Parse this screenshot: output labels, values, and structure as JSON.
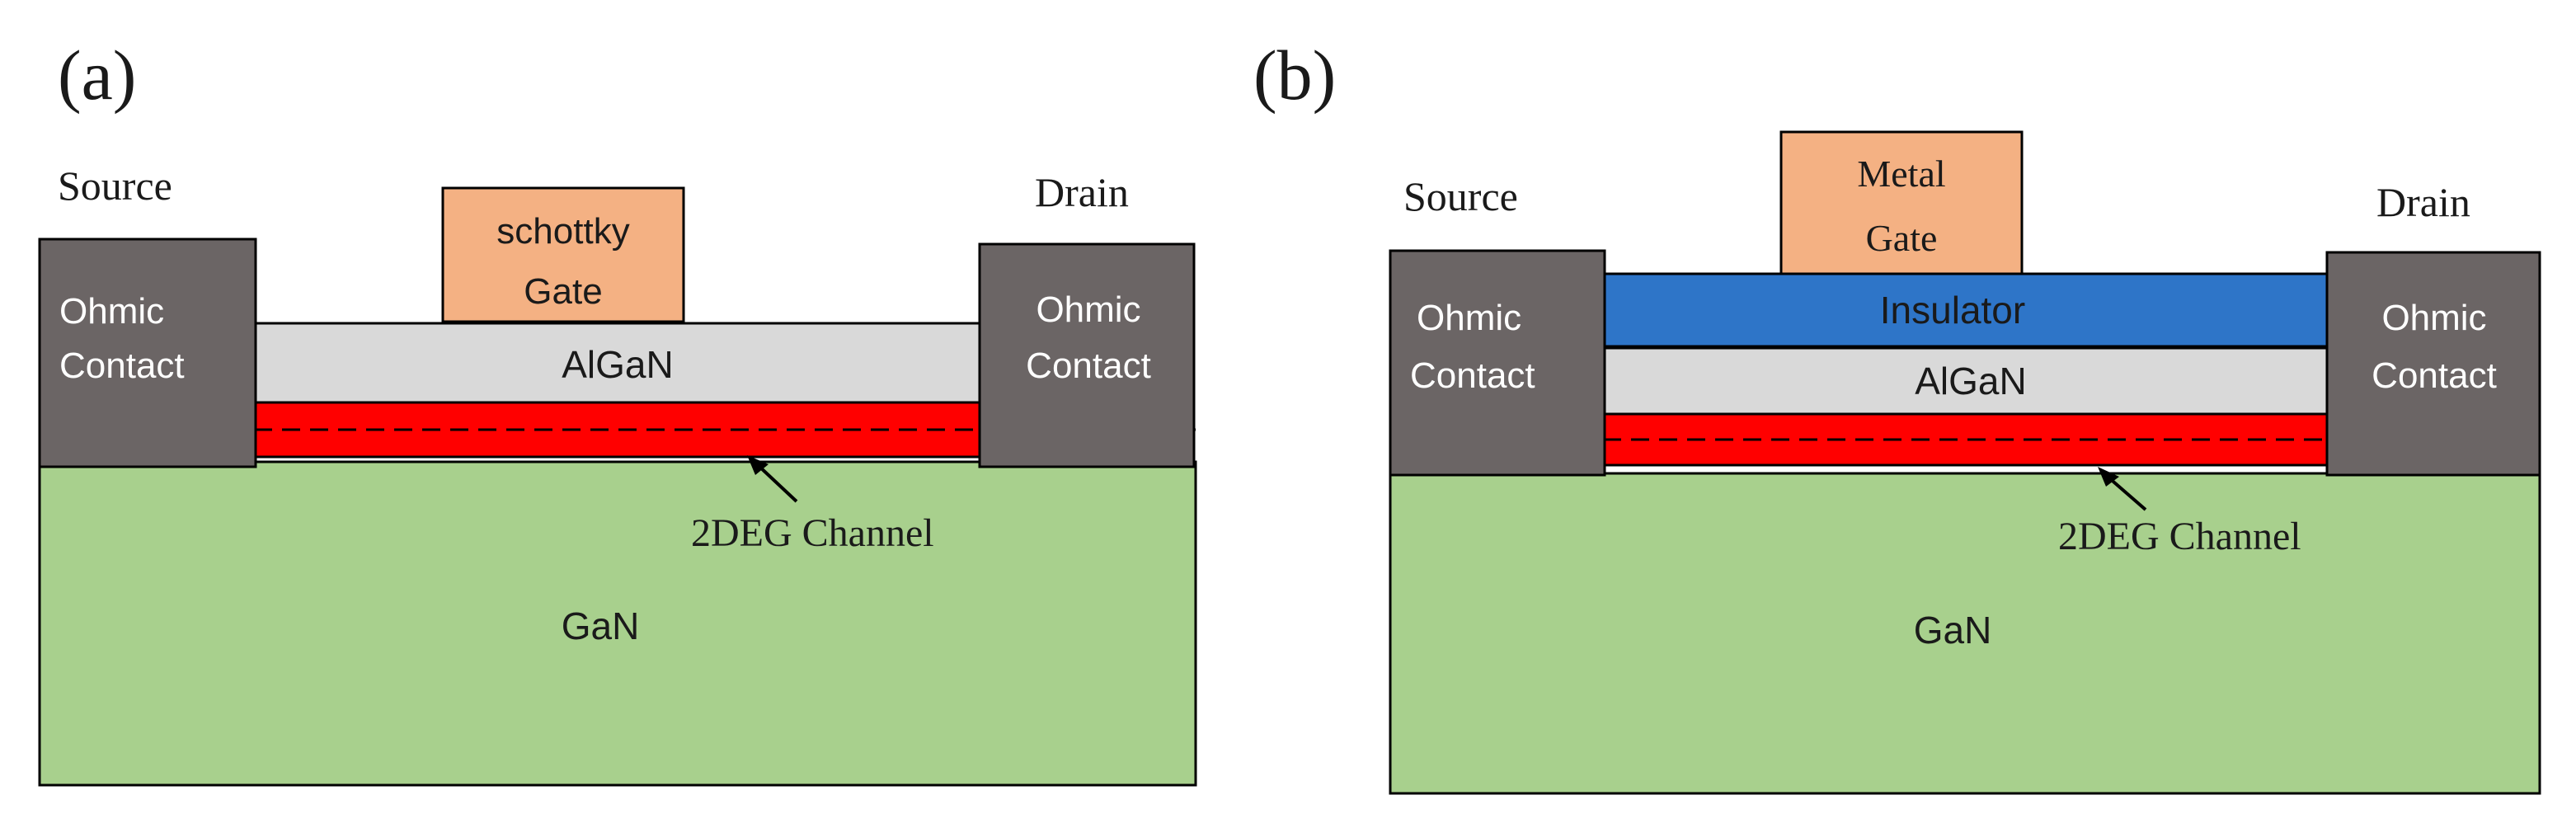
{
  "colors": {
    "gan": "#a8d08d",
    "algan": "#d9d9d9",
    "channel": "#ff0000",
    "contact": "#6b6565",
    "gate": "#f4b183",
    "insulator": "#2e75c8",
    "outline": "#000000",
    "text": "#1a1a1a"
  },
  "panel_a": {
    "label": "(a)",
    "source_label": "Source",
    "drain_label": "Drain",
    "left_contact_line1": "Ohmic",
    "left_contact_line2": "Contact",
    "right_contact_line1": "Ohmic",
    "right_contact_line2": "Contact",
    "gate_line1": "schottky",
    "gate_line2": "Gate",
    "algan_label": "AlGaN",
    "channel_label": "2DEG Channel",
    "substrate_label": "GaN"
  },
  "panel_b": {
    "label": "(b)",
    "source_label": "Source",
    "drain_label": "Drain",
    "left_contact_line1": "Ohmic",
    "left_contact_line2": "Contact",
    "right_contact_line1": "Ohmic",
    "right_contact_line2": "Contact",
    "gate_line1": "Metal",
    "gate_line2": "Gate",
    "insulator_label": "Insulator",
    "algan_label": "AlGaN",
    "channel_label": "2DEG Channel",
    "substrate_label": "GaN"
  }
}
